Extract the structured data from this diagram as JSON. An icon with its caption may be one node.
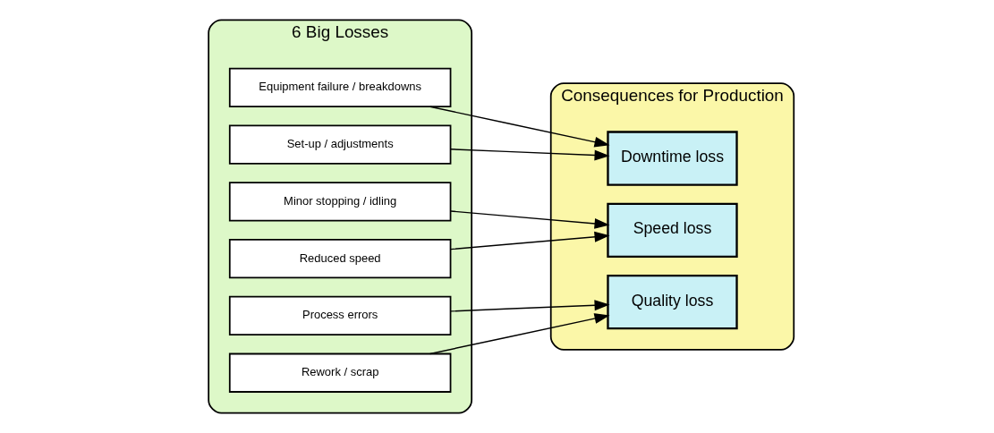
{
  "diagram": {
    "nodes": [
      {
        "text": [
          "6 Big Losses"
        ]
      },
      {
        "text": [
          "Equipment failure / breakdowns"
        ],
        "in": 0
      },
      {
        "text": [
          "Set-up / adjustments"
        ],
        "in": 0
      },
      {
        "text": [
          "Minor stopping / idling"
        ],
        "in": 0
      },
      {
        "text": [
          "Reduced speed"
        ],
        "in": 0
      },
      {
        "text": [
          "Process errors"
        ],
        "in": 0
      },
      {
        "text": [
          "Rework / scrap"
        ],
        "in": 0
      },
      {
        "text": [
          "Consequences for Production"
        ]
      },
      {
        "text": [
          "Downtime loss"
        ],
        "in": 7
      },
      {
        "text": [
          "Speed loss"
        ],
        "in": 7
      },
      {
        "text": [
          "Quality loss"
        ],
        "in": 7
      }
    ],
    "edges": [
      {
        "from": 1,
        "to": 8,
        "arrow": "to"
      },
      {
        "from": 2,
        "to": 8,
        "arrow": "to"
      },
      {
        "from": 3,
        "to": 9,
        "arrow": "to"
      },
      {
        "from": 4,
        "to": 9,
        "arrow": "to"
      },
      {
        "from": 5,
        "to": 10,
        "arrow": "to"
      },
      {
        "from": 6,
        "to": 10,
        "arrow": "to"
      }
    ]
  }
}
